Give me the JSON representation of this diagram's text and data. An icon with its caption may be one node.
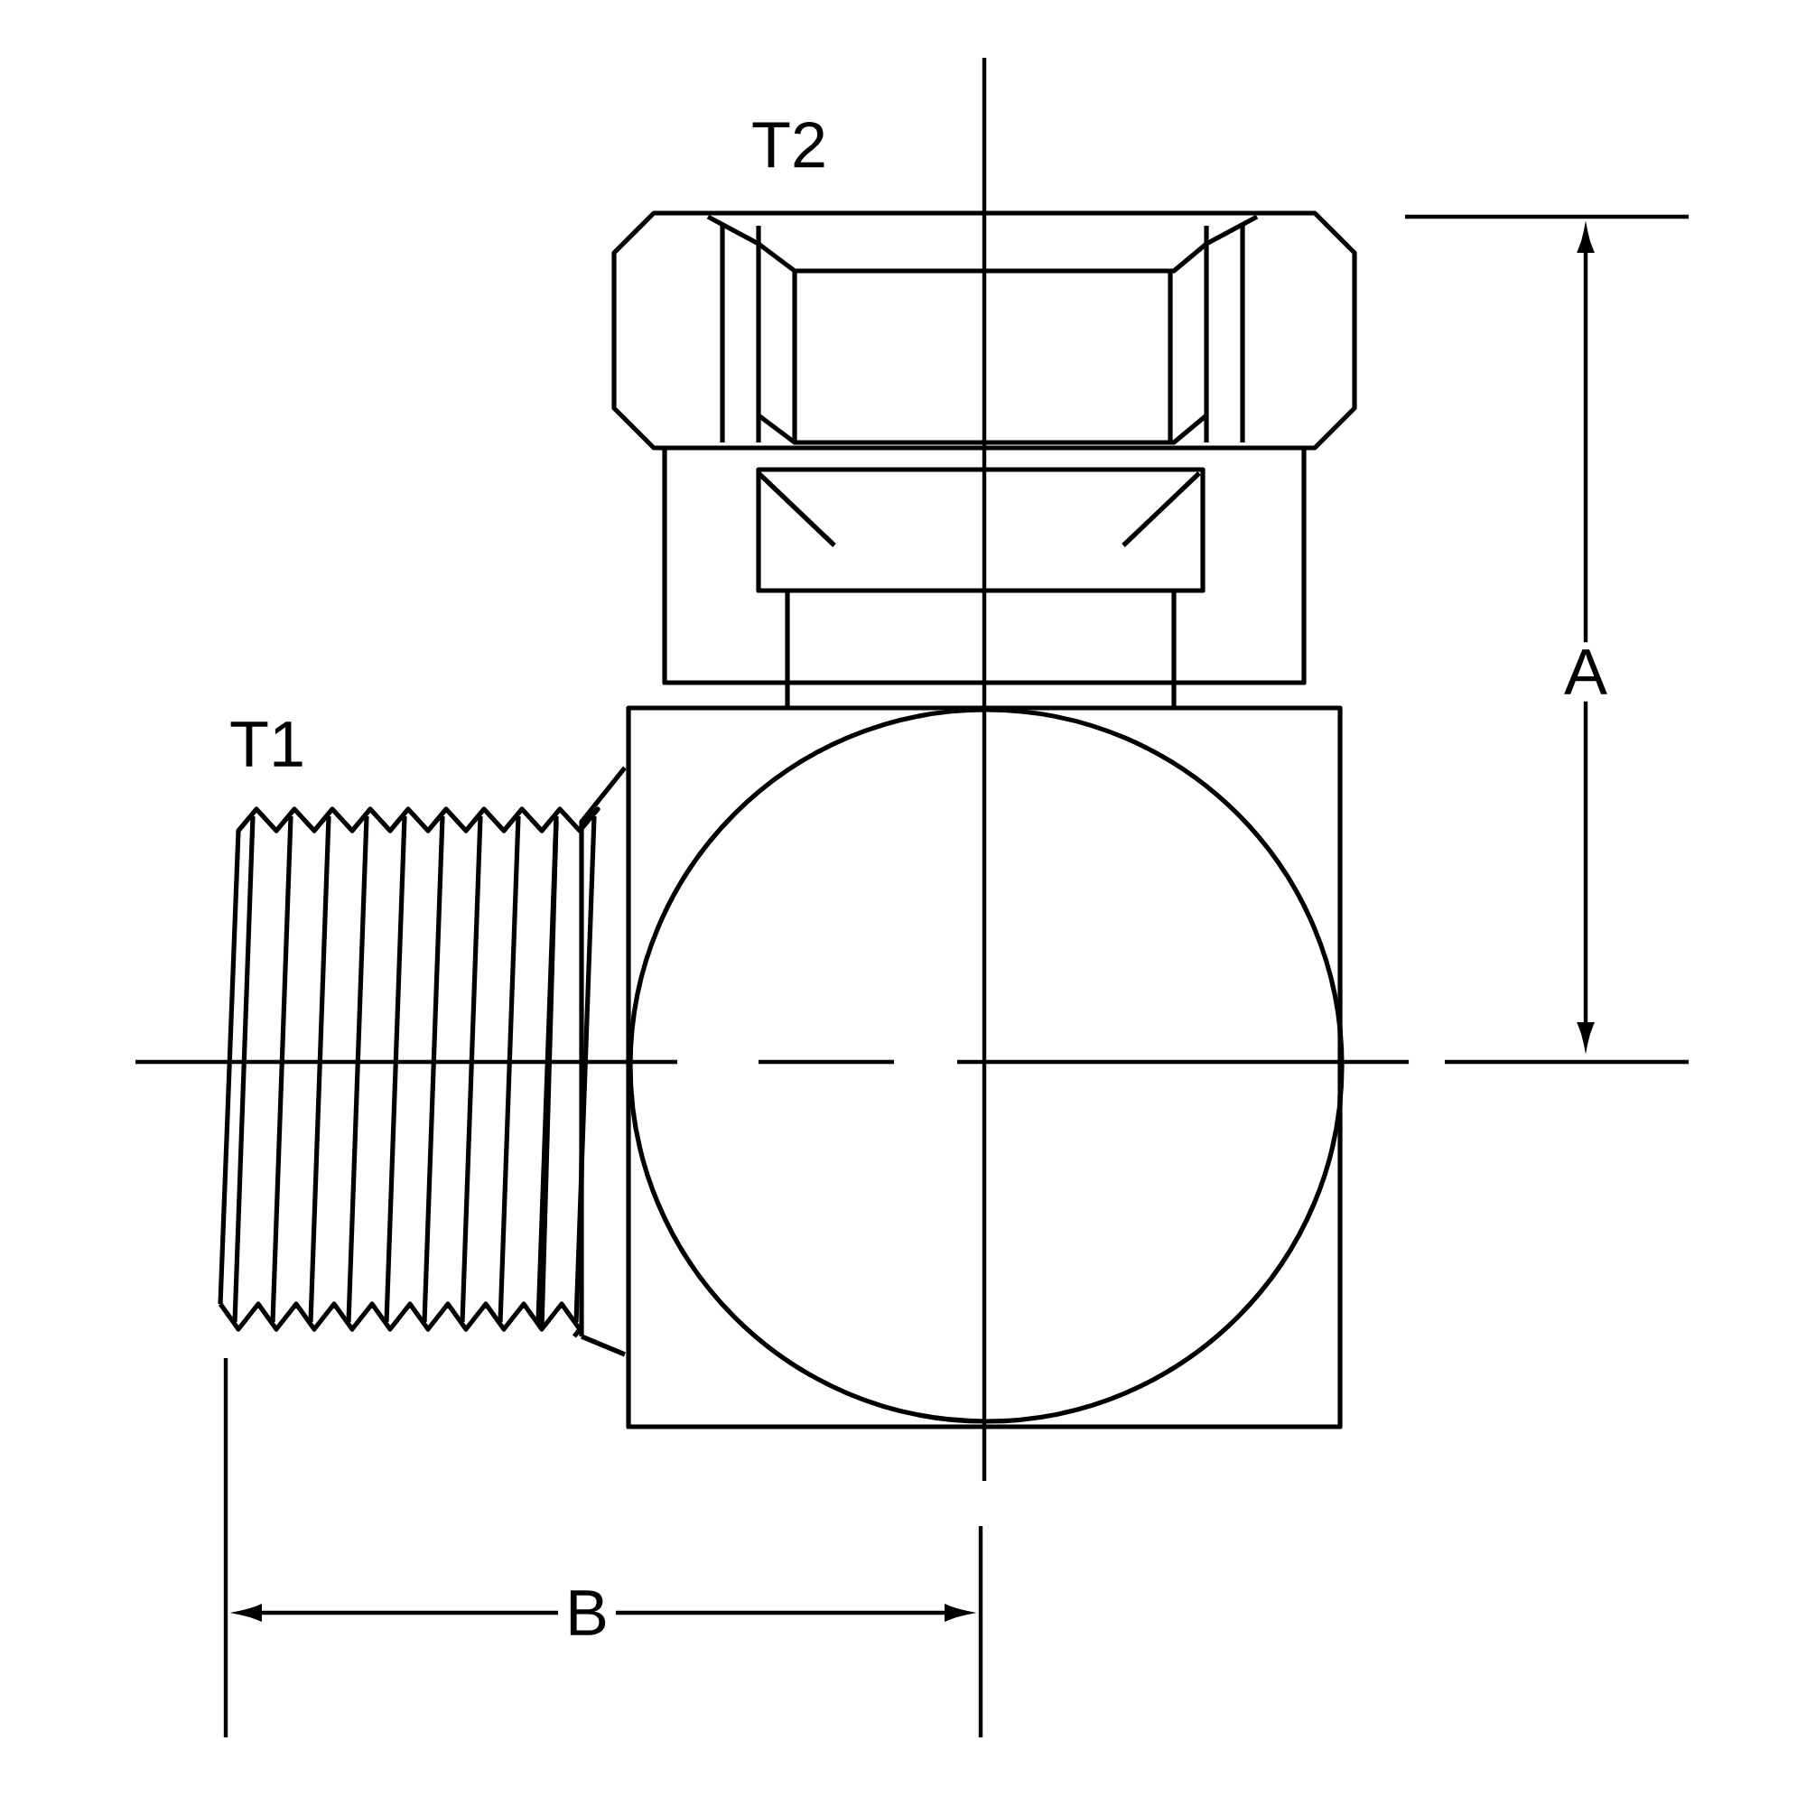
{
  "diagram": {
    "labels": [
      "T2",
      "T1",
      "A",
      "B"
    ]
  }
}
